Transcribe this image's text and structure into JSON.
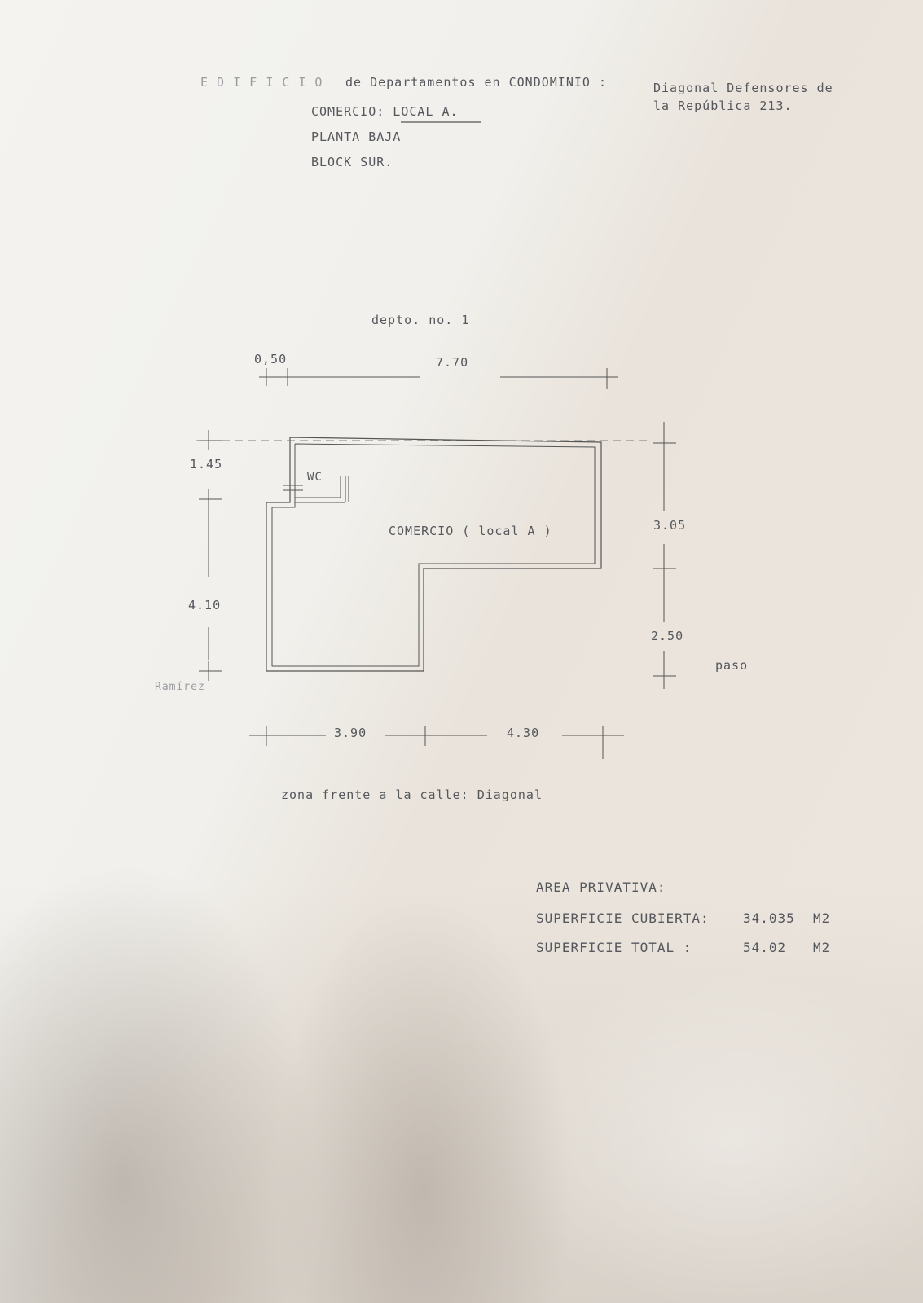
{
  "header": {
    "line1_prefix": "E D I F I C I O",
    "line1": "de Departamentos en CONDOMINIO :",
    "address_line1": "Diagonal Defensores de",
    "address_line2": "la República 213.",
    "commerce": "COMERCIO: LOCAL A.",
    "floor": "PLANTA BAJA",
    "block": "BLOCK SUR."
  },
  "plan": {
    "neighbor_label": "depto. no. 1",
    "dims": {
      "top_small": "0,50",
      "top_total": "7.70",
      "left_upper": "1.45",
      "left_lower": "4.10",
      "right_upper": "3.05",
      "right_lower": "2.50",
      "bottom_left": "3.90",
      "bottom_right": "4.30"
    },
    "wc_label": "WC",
    "room_label": "COMERCIO  ( local A )",
    "passage_label": "paso",
    "left_neighbor_label": "Ramírez",
    "street_note": "zona frente a la calle: Diagonal"
  },
  "areas": {
    "title": "AREA PRIVATIVA:",
    "covered_label": "SUPERFICIE CUBIERTA:",
    "covered_value": "34.035",
    "total_label": "SUPERFICIE TOTAL :",
    "total_value": "54.02",
    "unit": "M2"
  }
}
